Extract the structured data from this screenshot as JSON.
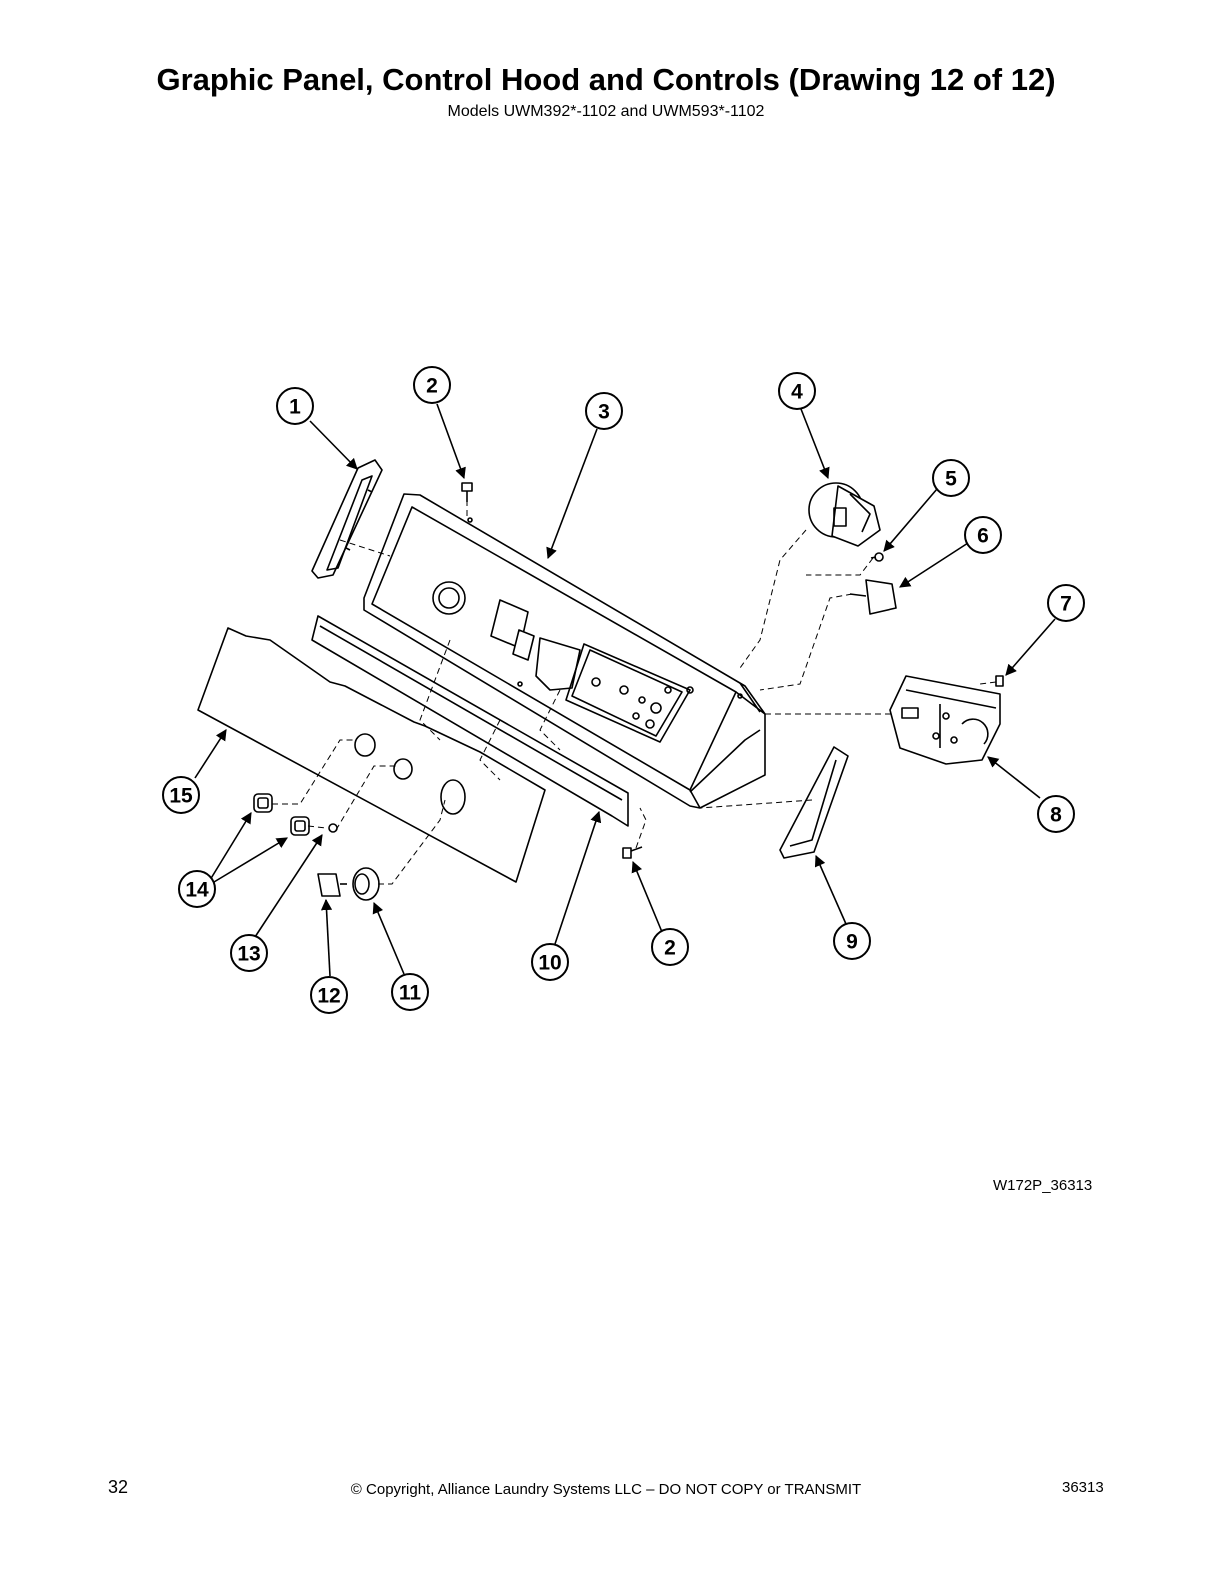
{
  "header": {
    "title": "Graphic Panel, Control Hood and Controls (Drawing 12 of 12)",
    "subtitle": "Models UWM392*-1102 and UWM593*-1102"
  },
  "diagram": {
    "drawing_id": "W172P_36313",
    "callouts": [
      "1",
      "2",
      "3",
      "4",
      "5",
      "6",
      "7",
      "8",
      "9",
      "10",
      "11",
      "12",
      "13",
      "14",
      "15",
      "2"
    ]
  },
  "footer": {
    "page_number": "32",
    "copyright": "© Copyright, Alliance Laundry Systems LLC – DO NOT COPY or TRANSMIT",
    "document_number": "36313"
  }
}
